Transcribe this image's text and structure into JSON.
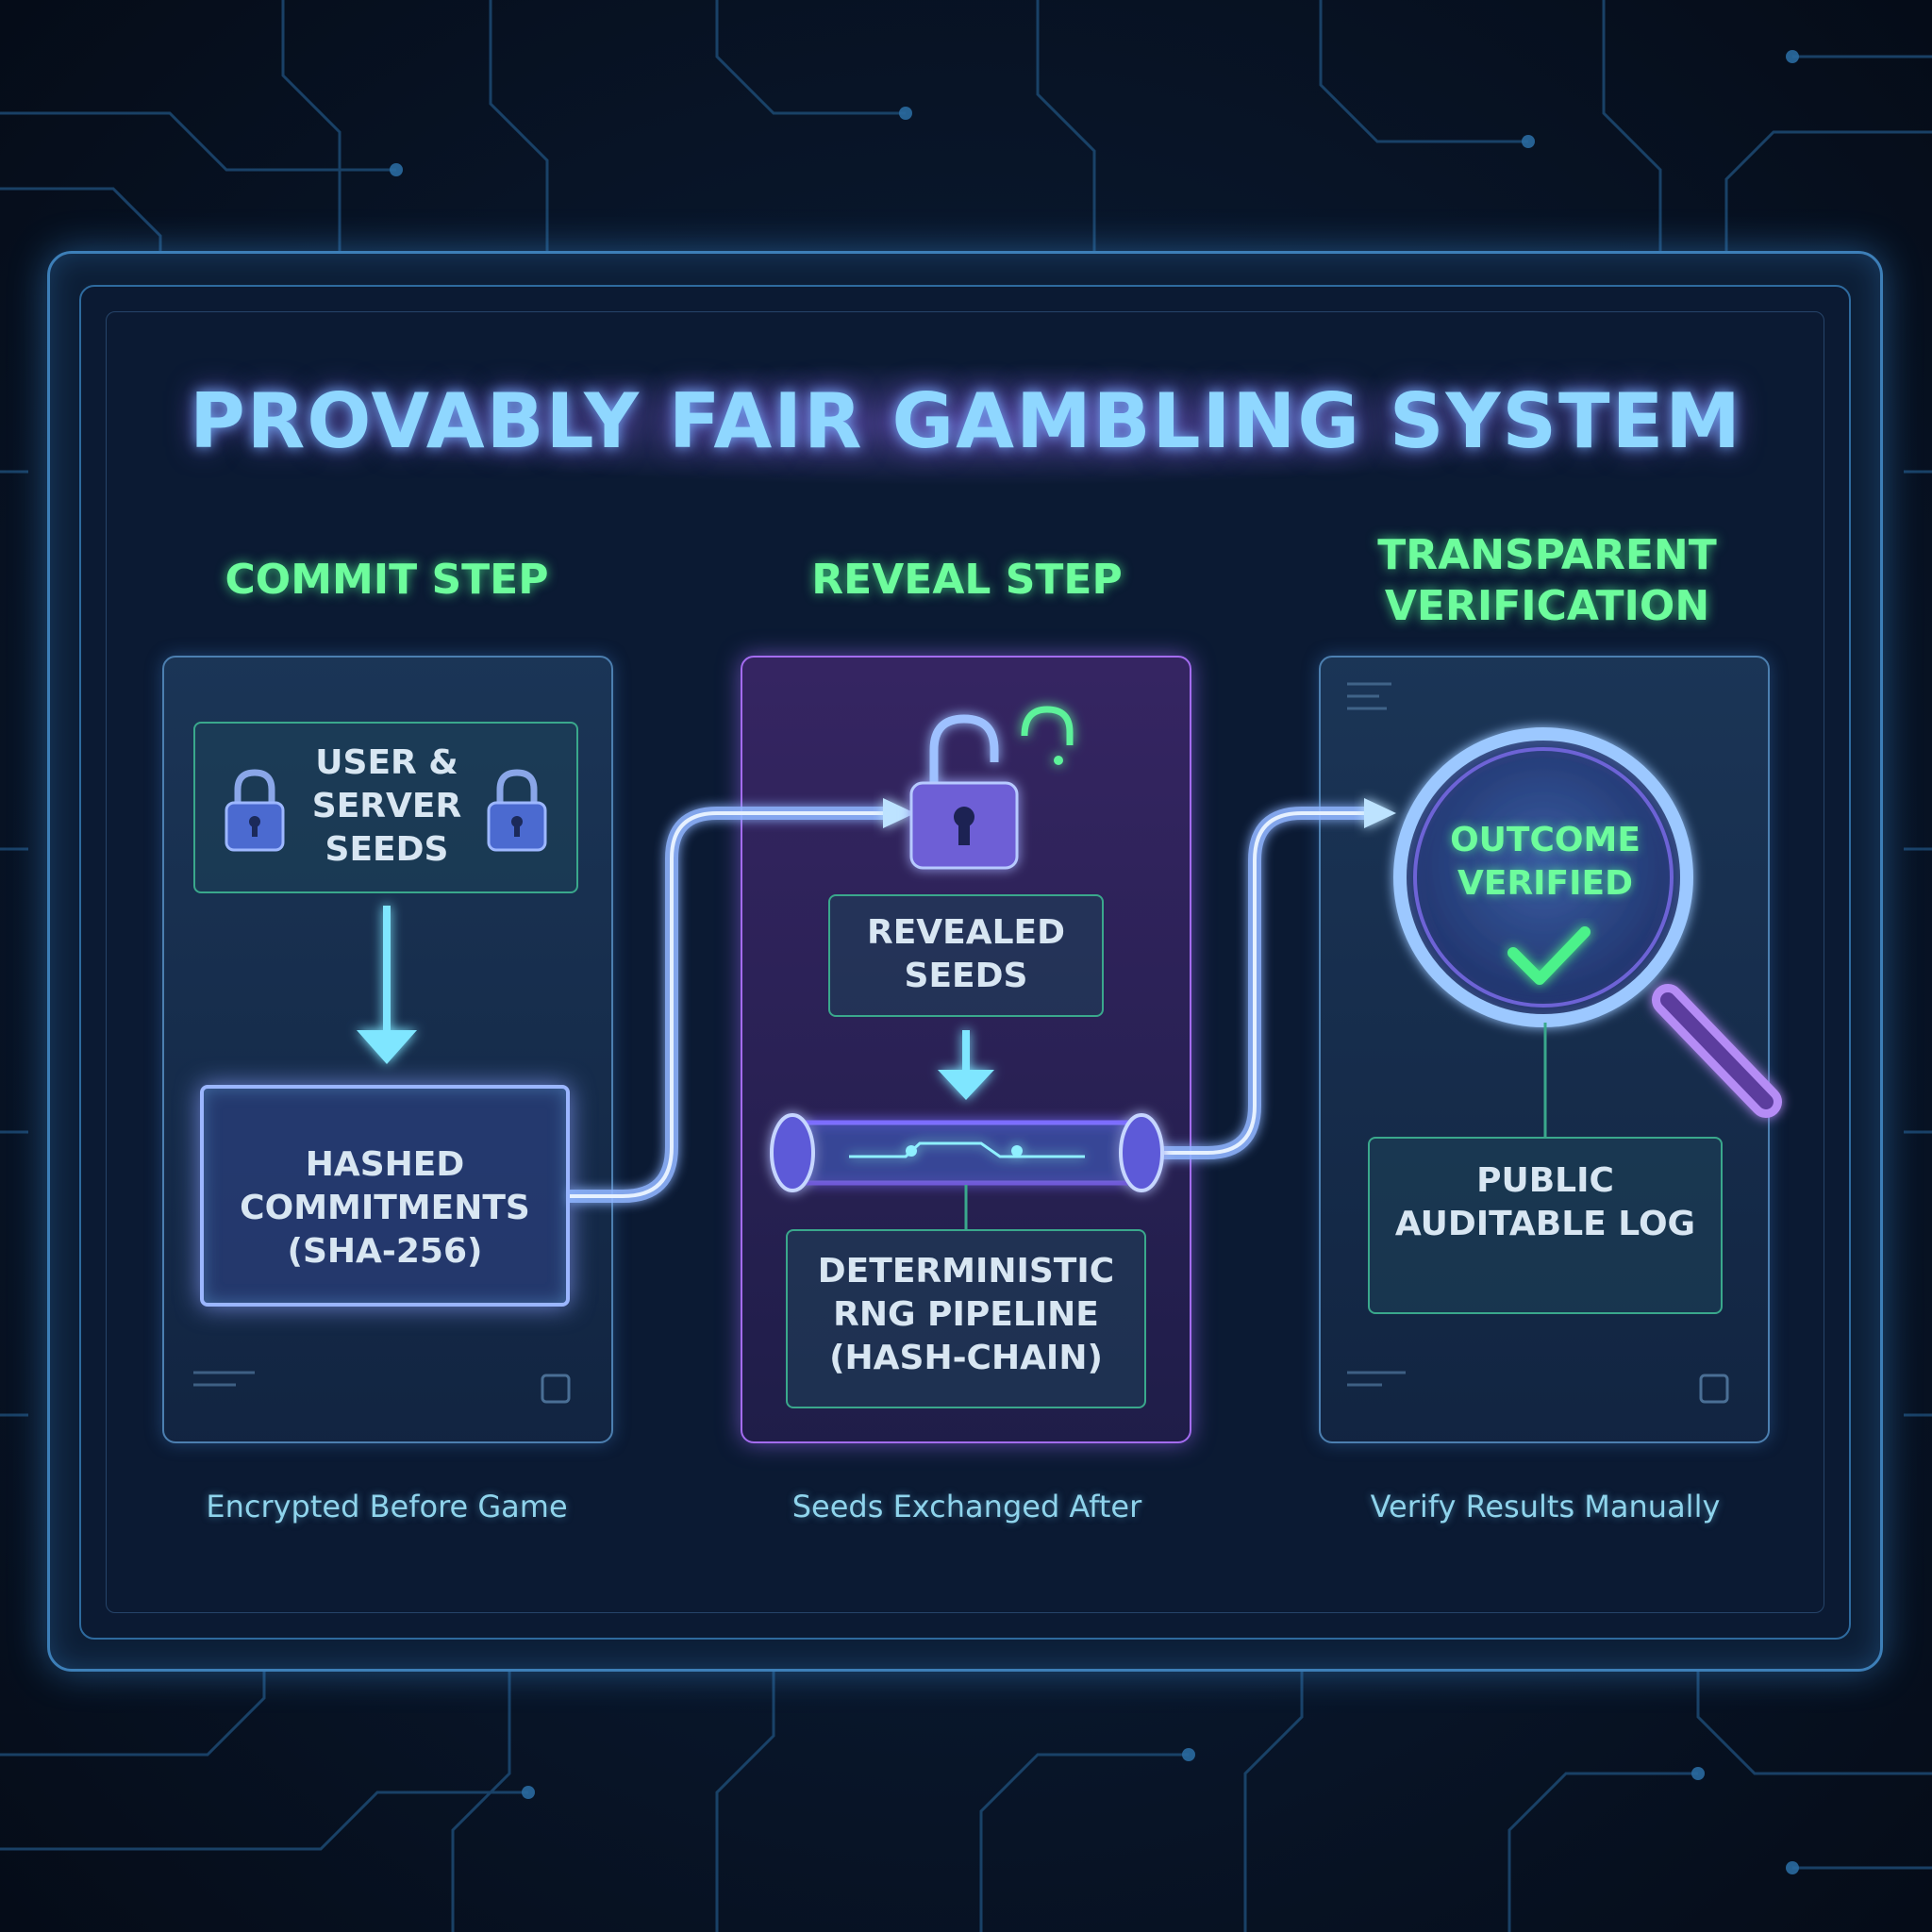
{
  "title": "PROVABLY FAIR GAMBLING SYSTEM",
  "steps": [
    {
      "heading": "COMMIT STEP",
      "top_box": "USER & SERVER SEEDS",
      "bottom_box": "HASHED COMMITMENTS (SHA-256)",
      "caption": "Encrypted Before Game"
    },
    {
      "heading": "REVEAL STEP",
      "top_box": "REVEALED SEEDS",
      "bottom_box": "DETERMINISTIC RNG PIPELINE (HASH-CHAIN)",
      "caption": "Seeds Exchanged After"
    },
    {
      "heading": "TRANSPARENT VERIFICATION",
      "top_box": "OUTCOME VERIFIED",
      "bottom_box": "PUBLIC AUDITABLE LOG",
      "caption": "Verify Results Manually"
    }
  ],
  "colors": {
    "background": "#081426",
    "title": "#8fd7ff",
    "heading": "#6dfc9c",
    "accent_purple": "#a46cf0",
    "accent_cyan": "#6fd8ff",
    "check": "#4cf28a"
  },
  "icons": [
    "lock-icon",
    "unlocked-padlock-icon",
    "magnifier-icon",
    "checkmark-icon",
    "arrow-down-icon",
    "pipe-tube-icon"
  ]
}
